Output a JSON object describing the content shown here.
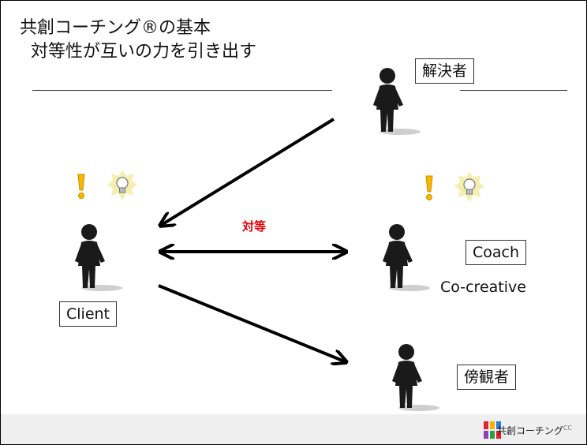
{
  "slide": {
    "title_line1": "共創コーチング®の基本",
    "title_line2": "対等性が互いの力を引き出す"
  },
  "roles": {
    "solver": "解決者",
    "client": "Client",
    "coach": "Coach",
    "co_creative": "Co-creative",
    "observer": "傍観者"
  },
  "relation": {
    "equal": "対等"
  },
  "footer": {
    "brand": "共創コーチング",
    "brand_suffix": "CC"
  },
  "icons": {
    "person": "person-icon",
    "exclamation": "exclamation-icon",
    "lightbulb": "lightbulb-icon",
    "logo": "brand-logo-icon"
  },
  "colors": {
    "figure": "#1a1a1a",
    "equal_label": "#e8000b",
    "exclamation": "#f5b800",
    "bulb_bg": "#f4efb0"
  }
}
